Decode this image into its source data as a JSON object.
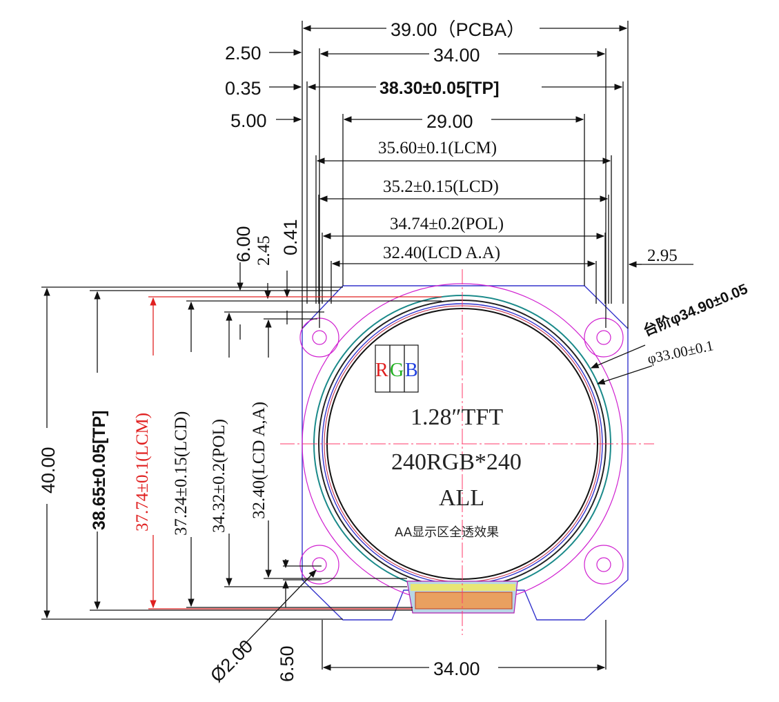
{
  "top_dims": {
    "pcba_width": "39.00（PCBA）",
    "board_34": "34.00",
    "tp_width": "38.30±0.05[TP]",
    "inner_29": "29.00",
    "lcm_width": "35.60±0.1(LCM)",
    "lcd_width": "35.2±0.15(LCD)",
    "pol_width": "34.74±0.2(POL)",
    "aa_width": "32.40(LCD A.A)",
    "offset_2_50": "2.50",
    "offset_0_35": "0.35",
    "offset_5_00": "5.00",
    "offset_2_95": "2.95"
  },
  "vertical_small_dims": {
    "v_6_00": "6.00",
    "v_2_45": "2.45",
    "v_0_41": "0.41"
  },
  "left_dims": {
    "overall_40": "40.00",
    "tp_height": "38.65±0.05[TP]",
    "lcm_height": "37.74±0.1(LCM)",
    "lcd_height": "37.24±0.15(LCD)",
    "pol_height": "34.32±0.2(POL)",
    "aa_height": "32.40(LCD A,A)"
  },
  "diameters": {
    "step_diameter": "台阶φ34.90±0.05",
    "inner_diameter": "φ33.00±0.1"
  },
  "bottom_dims": {
    "hole_diameter": "Ø2.00",
    "hole_offset": "6.50",
    "bottom_34": "34.00"
  },
  "center_text": {
    "rgb_r": "R",
    "rgb_g": "G",
    "rgb_b": "B",
    "size_label": "1.28″TFT",
    "resolution": "240RGB*240",
    "viewing": "ALL",
    "aa_note": "AA显示区全透效果"
  },
  "colors": {
    "outline": "#3333cc",
    "magenta": "#d020d0",
    "red": "#e02020",
    "teal": "#1a8a8a",
    "rgb_r": "#e02020",
    "rgb_g": "#20b020",
    "rgb_b": "#2040e0"
  }
}
